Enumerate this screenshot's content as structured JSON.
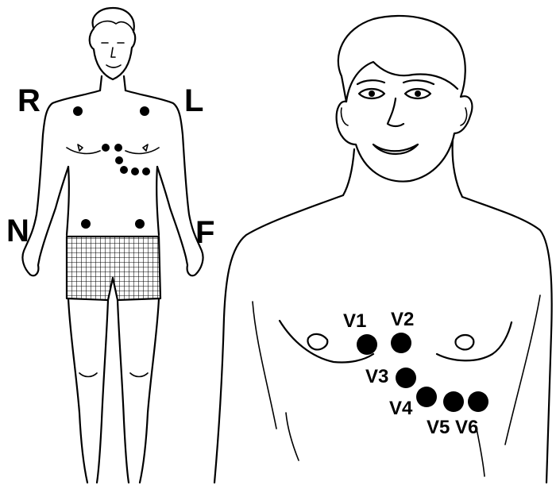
{
  "limb_labels": {
    "R": "R",
    "L": "L",
    "N": "N",
    "F": "F"
  },
  "chest_labels": {
    "V1": "V1",
    "V2": "V2",
    "V3": "V3",
    "V4": "V4",
    "V5": "V5",
    "V6": "V6"
  },
  "colors": {
    "electrode": "#000000",
    "outline": "#000000",
    "background": "#ffffff"
  }
}
